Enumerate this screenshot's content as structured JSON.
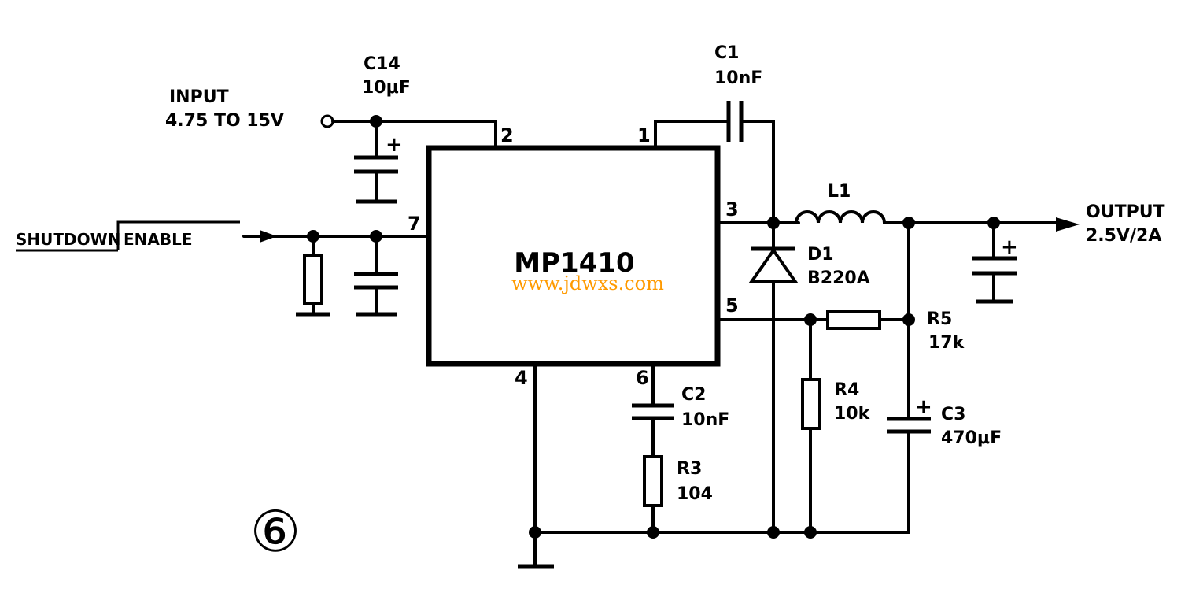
{
  "input": {
    "line1": "INPUT",
    "line2": "4.75 TO 15V"
  },
  "c14": {
    "name": "C14",
    "value": "10μF"
  },
  "c1": {
    "name": "C1",
    "value": "10nF"
  },
  "l1": {
    "name": "L1"
  },
  "d1": {
    "name": "D1",
    "value": "B220A"
  },
  "output": {
    "line1": "OUTPUT",
    "line2": "2.5V/2A"
  },
  "shutdown": {
    "label_shutdown": "SHUTDOWN",
    "label_enable": "ENABLE"
  },
  "ic": {
    "name": "MP1410",
    "pins": [
      "1",
      "2",
      "3",
      "4",
      "5",
      "6",
      "7"
    ]
  },
  "c2": {
    "name": "C2",
    "value": "10nF"
  },
  "r3": {
    "name": "R3",
    "value": "104"
  },
  "r4": {
    "name": "R4",
    "value": "10k"
  },
  "r5": {
    "name": "R5",
    "value": "17k"
  },
  "c3": {
    "name": "C3",
    "value": "470μF"
  },
  "polarity_mark": "+",
  "figure_number": "⑥",
  "watermark": "www.jdwxs.com"
}
